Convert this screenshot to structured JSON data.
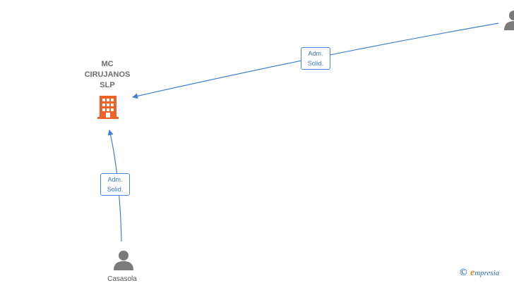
{
  "company": {
    "name": "MC\nCIRUJANOS\nSLP",
    "icon": "building-icon",
    "color": "#f0612a"
  },
  "relations": [
    {
      "id": "rel-top",
      "label": "Adm.\nSolid."
    },
    {
      "id": "rel-left",
      "label": "Adm.\nSolid."
    }
  ],
  "persons": [
    {
      "id": "person-bottom",
      "name": "Casasola",
      "icon": "person-icon"
    },
    {
      "id": "person-top-right",
      "name": "",
      "icon": "person-icon"
    }
  ],
  "watermark": {
    "copyright_symbol": "©",
    "brand_initial": "e",
    "brand_rest": "mpresia"
  },
  "colors": {
    "edge": "#3f7fd3",
    "person": "#7a7a7a"
  }
}
